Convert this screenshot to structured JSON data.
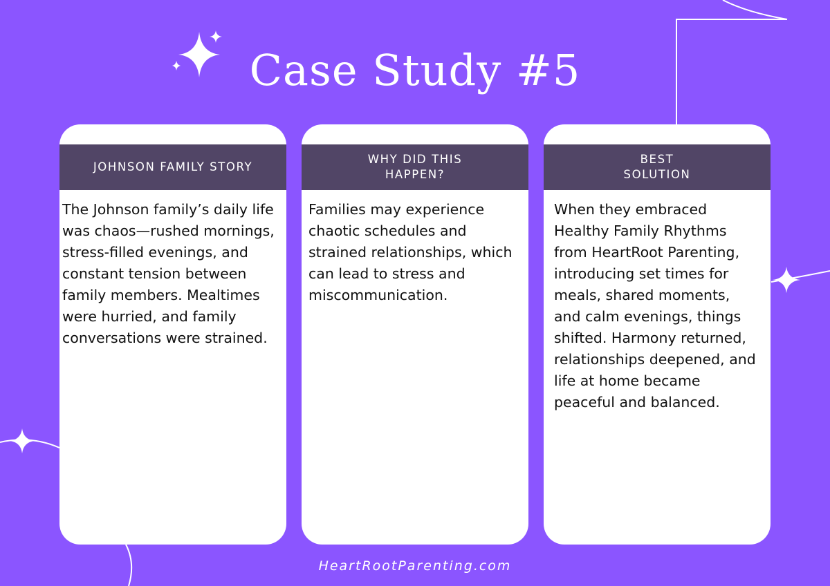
{
  "page": {
    "title": "Case Study #5",
    "footer": "HeartRootParenting.com"
  },
  "colors": {
    "background": "#8b55ff",
    "header": "#514566",
    "card": "#ffffff",
    "text": "#111111"
  },
  "decorations": {
    "icons": [
      "sparkle-icon",
      "sparkle-icon-small",
      "sparkle-icon-right",
      "sparkle-icon-left"
    ]
  },
  "cards": [
    {
      "header": "JOHNSON FAMILY STORY",
      "body": "The Johnson family’s daily life was chaos—rushed mornings, stress-filled evenings, and constant tension between family members. Mealtimes were hurried, and family conversations were strained."
    },
    {
      "header": "WHY DID THIS\nHAPPEN?",
      "body": "Families may experience chaotic schedules and strained relationships, which can lead to stress and miscommunication."
    },
    {
      "header": "BEST\nSOLUTION",
      "body": "When they embraced Healthy Family Rhythms from HeartRoot Parenting, introducing set times for meals, shared moments, and calm evenings, things shifted. Harmony returned, relationships deepened, and life at home became peaceful and balanced."
    }
  ]
}
